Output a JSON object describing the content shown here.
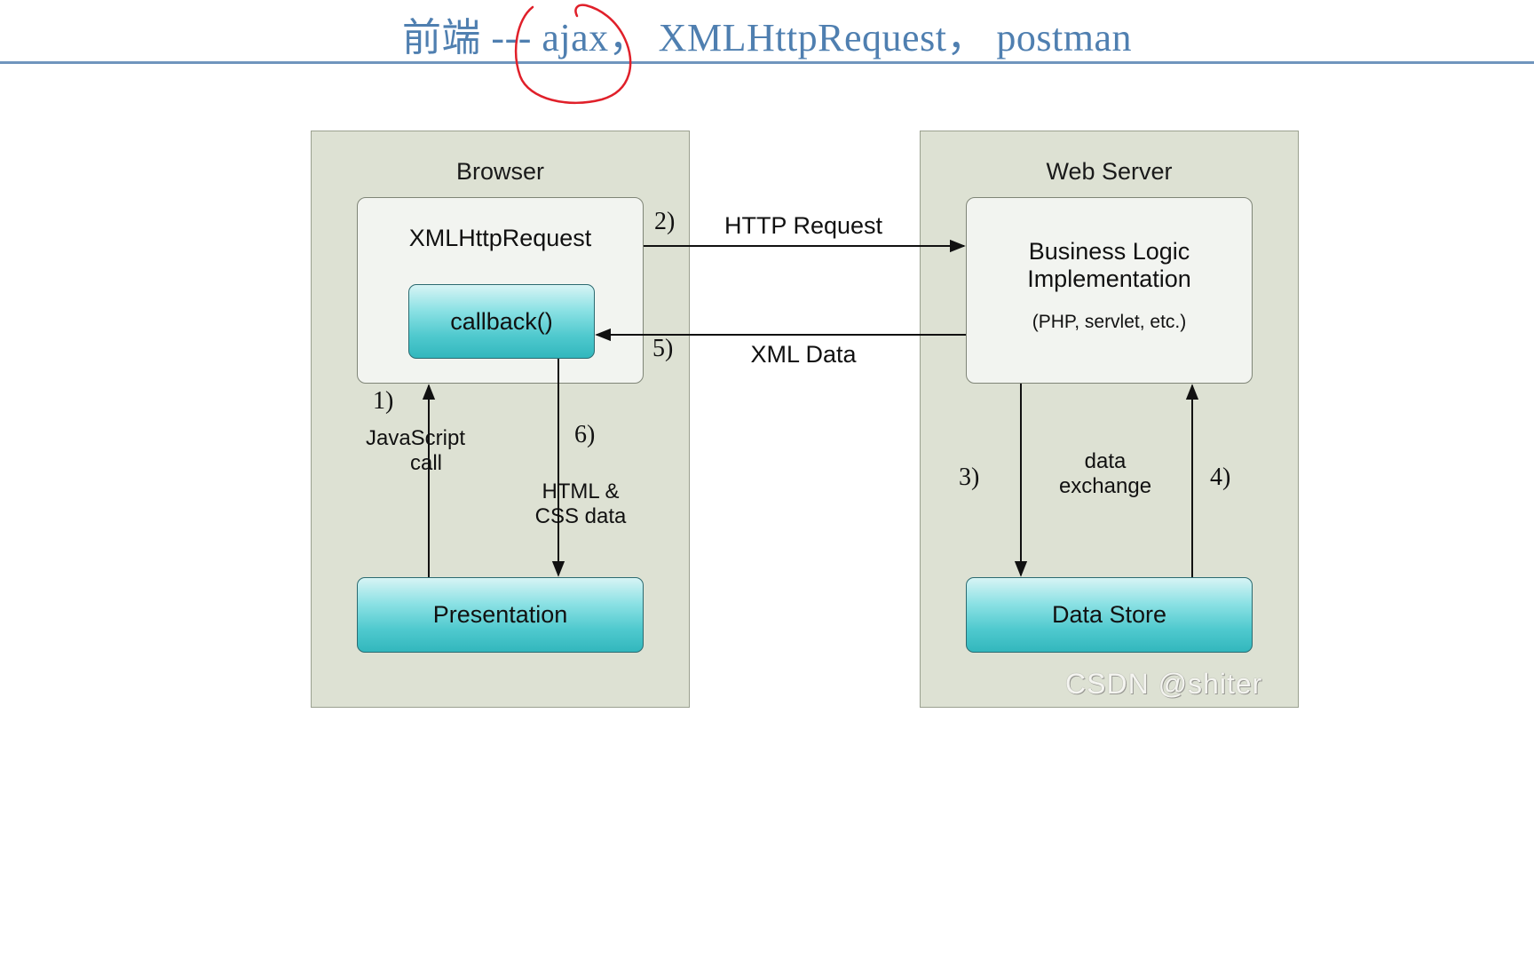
{
  "header": {
    "title": "前端 --- ajax， XMLHttpRequest， postman"
  },
  "diagram": {
    "browser": {
      "title": "Browser",
      "xhr_label": "XMLHttpRequest",
      "callback_label": "callback()",
      "presentation_label": "Presentation",
      "js_call_label_1": "JavaScript",
      "js_call_label_2": "call",
      "html_css_label_1": "HTML &",
      "html_css_label_2": "CSS data"
    },
    "server": {
      "title": "Web Server",
      "logic_label_1": "Business Logic",
      "logic_label_2": "Implementation",
      "logic_sub": "(PHP, servlet, etc.)",
      "datastore_label": "Data Store",
      "exchange_label_1": "data",
      "exchange_label_2": "exchange"
    },
    "links": {
      "http_request": "HTTP Request",
      "xml_data": "XML Data"
    },
    "steps": [
      "1)",
      "2)",
      "3)",
      "4)",
      "5)",
      "6)"
    ]
  },
  "watermark": "CSDN @shiter",
  "colors": {
    "title": "#4f7fb0",
    "panel": "#dde1d3",
    "teal": "#4fc9ce",
    "annotation": "#e0202a"
  }
}
